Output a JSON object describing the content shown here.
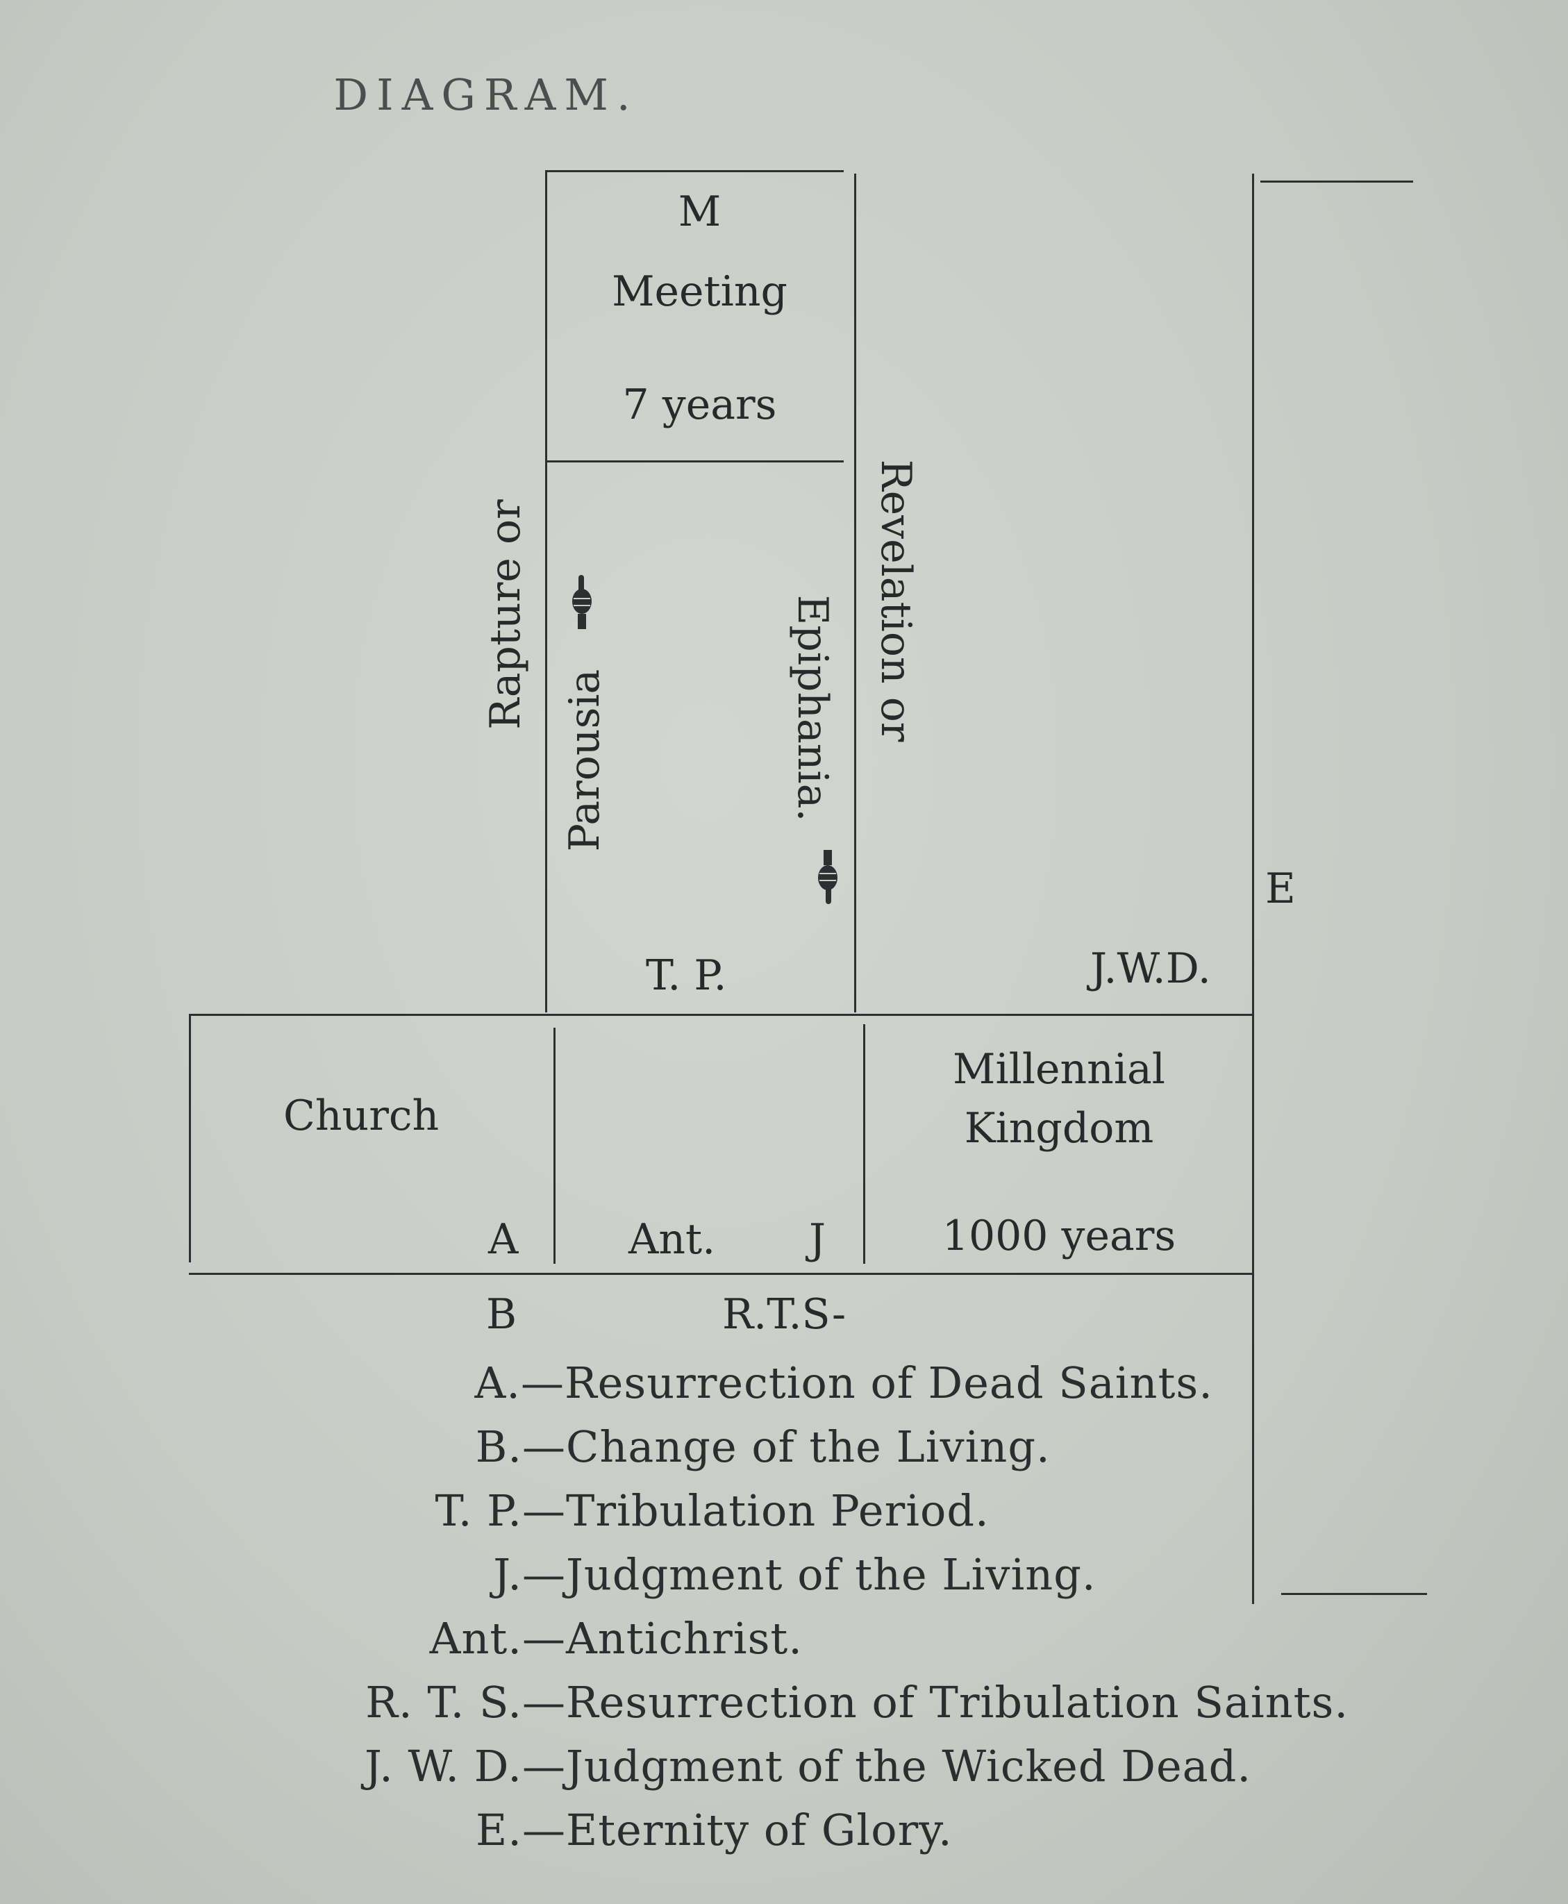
{
  "title": "DIAGRAM.",
  "diagram": {
    "upper": {
      "m": "M",
      "meeting": "Meeting",
      "seven_years": "7 years",
      "rapture": "Rapture or",
      "parousia": "Parousia",
      "epiphania": "Epiphania.",
      "revelation": "Revelation or",
      "tp": "T. P.",
      "jwd": "J.W.D.",
      "e": "E"
    },
    "lower": {
      "church": "Church",
      "a": "A",
      "ant": "Ant.",
      "j": "J",
      "millennial": "Millennial",
      "kingdom": "Kingdom",
      "thousand_years": "1000 years",
      "b": "B",
      "rts": "R.T.S-"
    },
    "icons": {
      "parousia_hand": "pointing-hand-icon",
      "epiphania_hand": "pointing-hand-icon"
    }
  },
  "legend": [
    {
      "key": "A.",
      "dash": "—",
      "text": "Resurrection of Dead Saints."
    },
    {
      "key": "B.",
      "dash": "—",
      "text": "Change of the Living."
    },
    {
      "key": "T. P.",
      "dash": "—",
      "text": "Tribulation Period."
    },
    {
      "key": "J.",
      "dash": "—",
      "text": "Judgment of the Living."
    },
    {
      "key": "Ant.",
      "dash": "—",
      "text": "Antichrist."
    },
    {
      "key": "R. T. S.",
      "dash": "—",
      "text": "Resurrection of Tribulation Saints."
    },
    {
      "key": "J. W. D.",
      "dash": "—",
      "text": "Judgment of the Wicked Dead."
    },
    {
      "key": "E.",
      "dash": "—",
      "text": "Eternity of Glory."
    }
  ]
}
